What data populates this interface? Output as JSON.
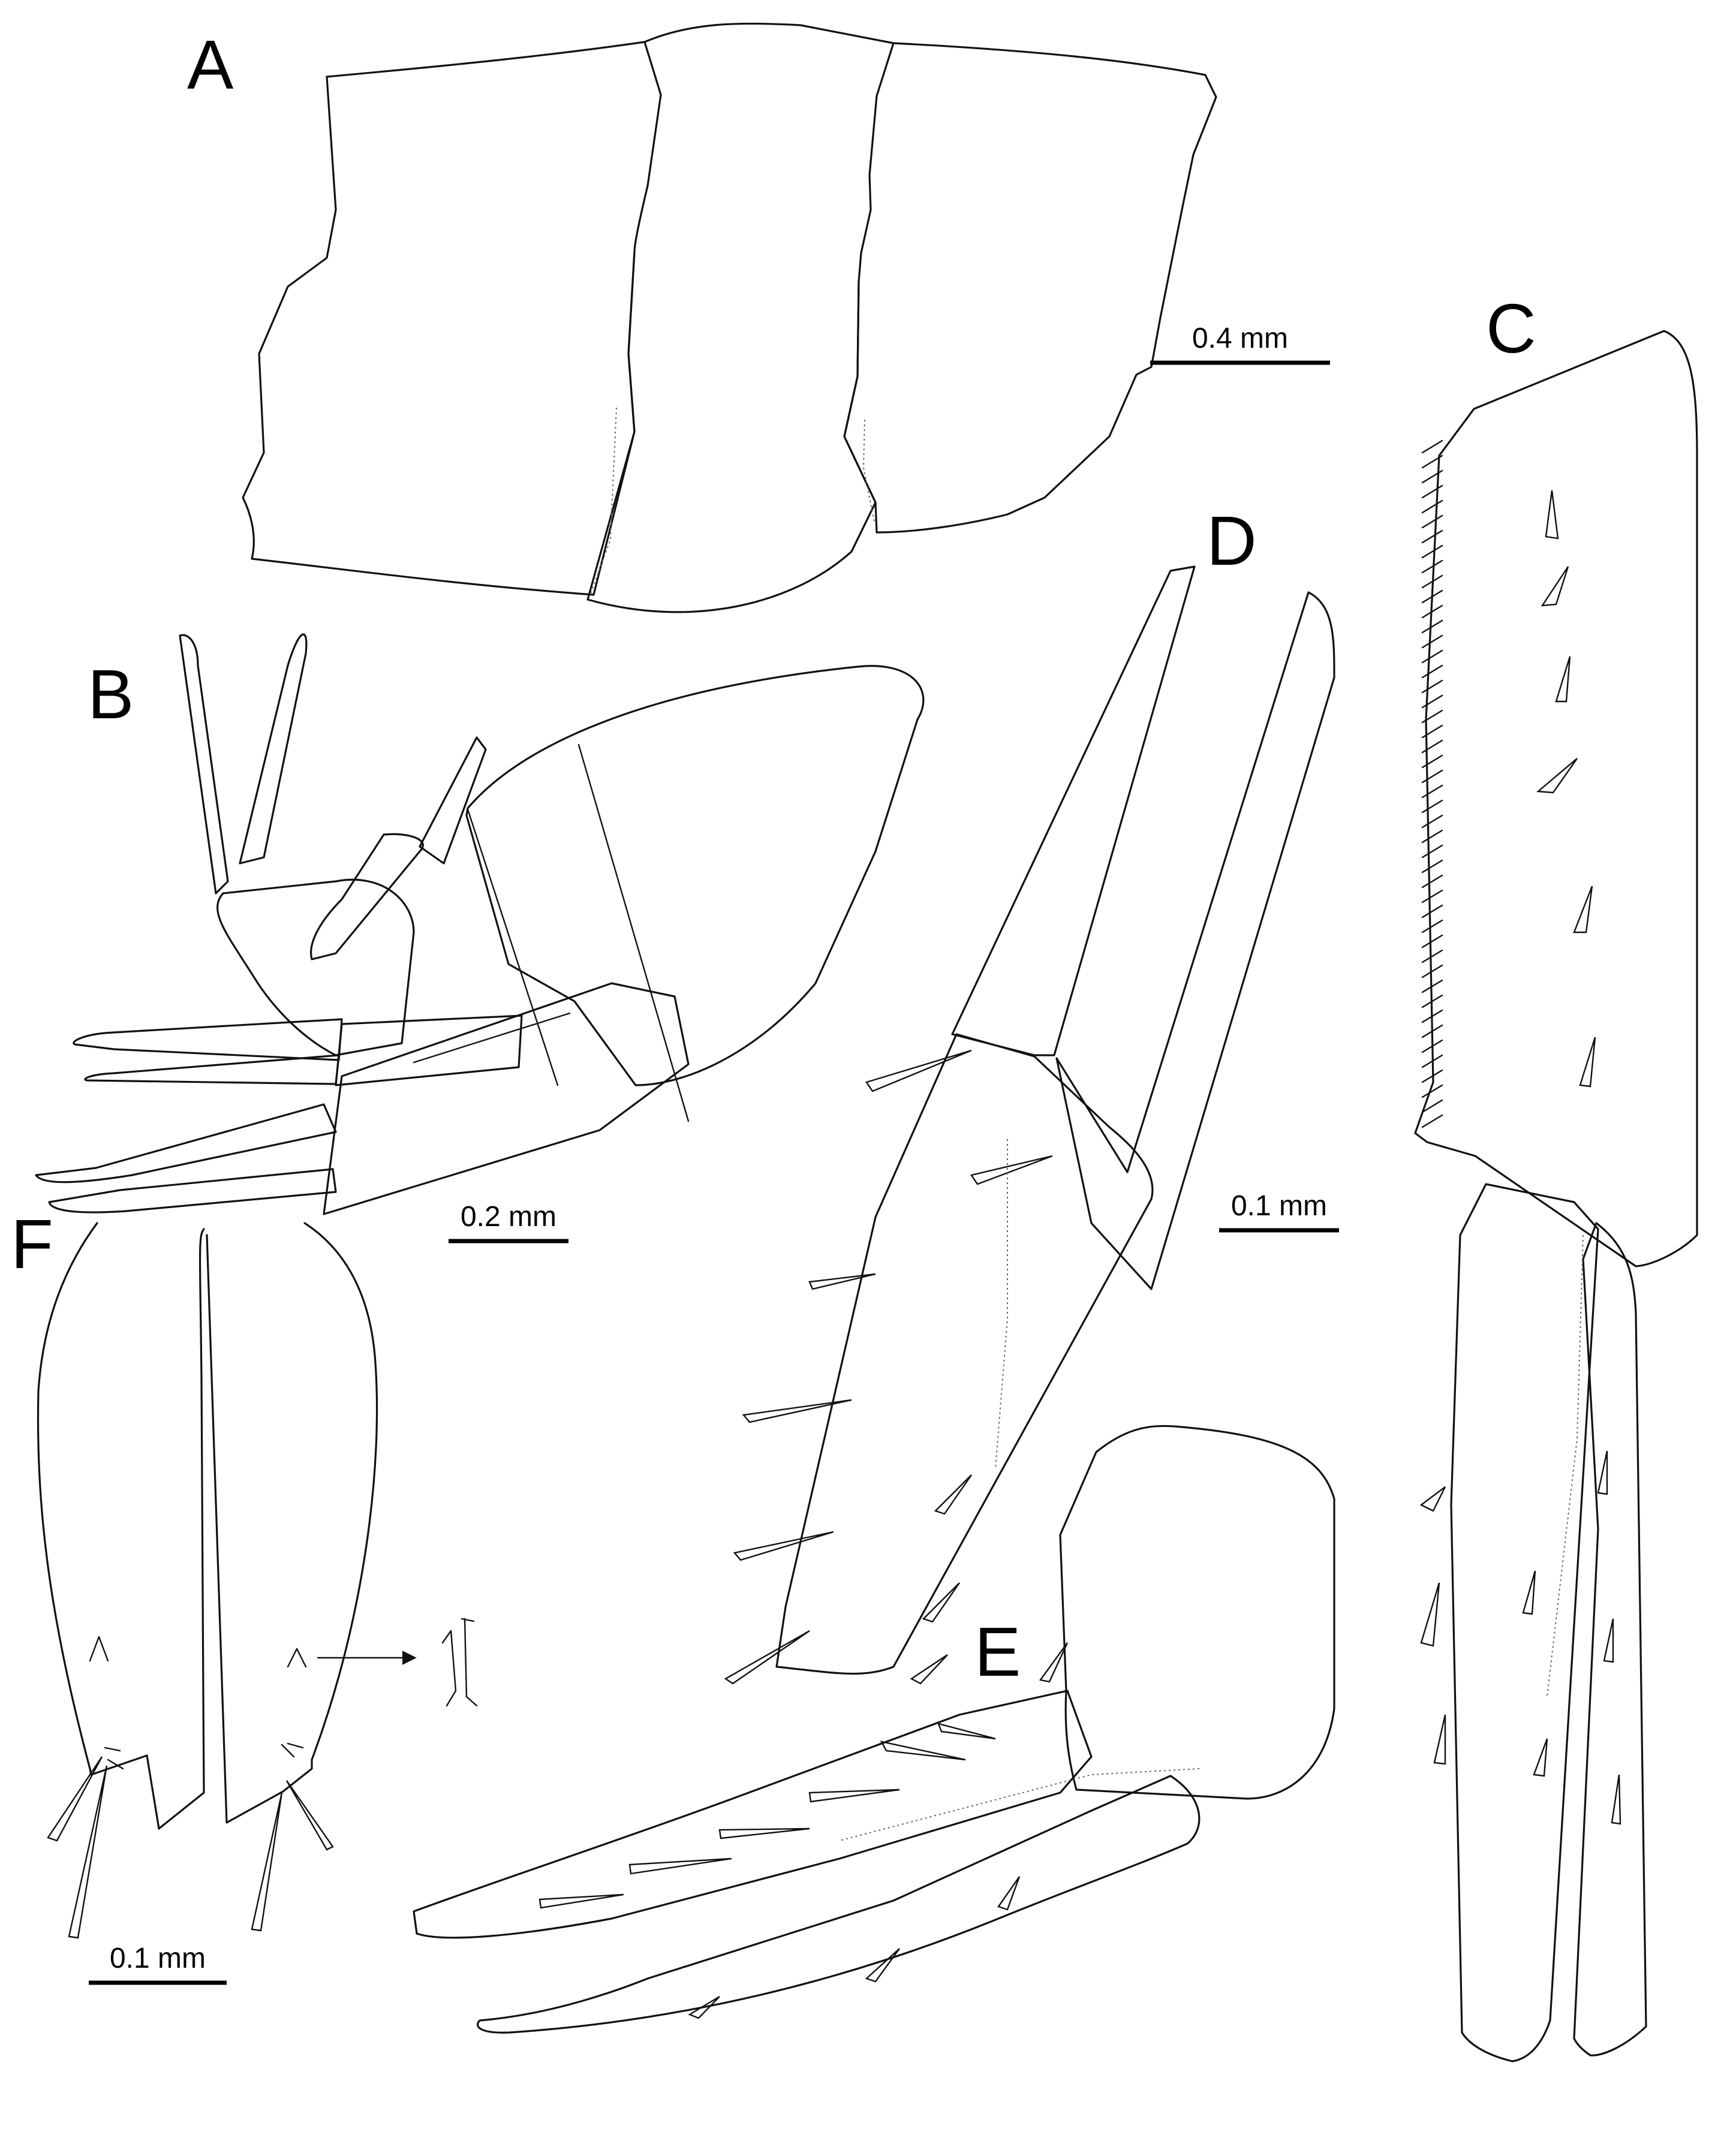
{
  "figure": {
    "panels": {
      "a": "A",
      "b": "B",
      "c": "C",
      "d": "D",
      "e": "E",
      "f": "F"
    },
    "scale_bars": {
      "a": "0.4 mm",
      "b": "0.2 mm",
      "cde": "0.1 mm",
      "f": "0.1 mm"
    }
  }
}
